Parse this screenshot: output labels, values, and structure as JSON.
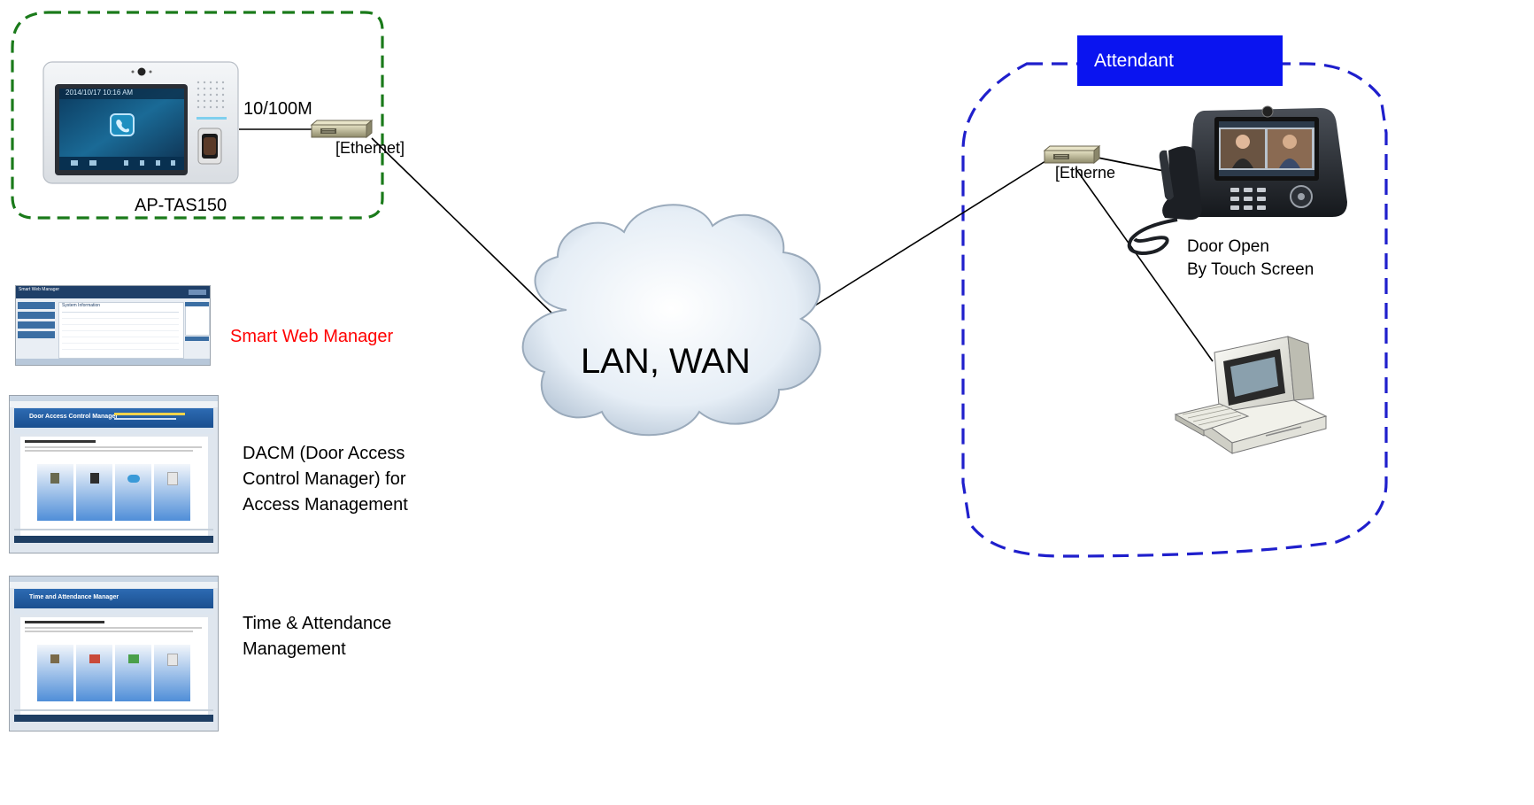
{
  "diagram": {
    "device_name": "AP-TAS150",
    "link_speed": "10/100M",
    "ethernet_left_label": "[Ethernet]",
    "ethernet_right_label": "[Etherne",
    "cloud_label": "LAN, WAN",
    "attendant_title": "Attendant",
    "door_open_line1": "Door Open",
    "door_open_line2": "By Touch Screen",
    "device_screen_time": "2014/10/17  10:16 AM",
    "smart_web_manager": "Smart Web Manager",
    "dacm_line1": "DACM (Door Access",
    "dacm_line2": "Control Manager) for",
    "dacm_line3": "Access Management",
    "ta_line1": "Time & Attendance",
    "ta_line2": "Management",
    "dacm_window_title": "Door Access Control Manager",
    "ta_window_title": "Time and Attendance Manager",
    "swm_panel_title": "System Information",
    "swm_header_title": "Smart Web Manager"
  },
  "colors": {
    "green_boundary": "#1a7a1a",
    "blue_boundary": "#1f1fcc",
    "attendant_fill": "#0a14f0",
    "smart_web_manager_text": "#ff0000"
  },
  "icons": [
    "ethernet-hub-icon",
    "cloud-shape",
    "ip-video-phone-icon",
    "desktop-computer-icon",
    "call-icon"
  ]
}
